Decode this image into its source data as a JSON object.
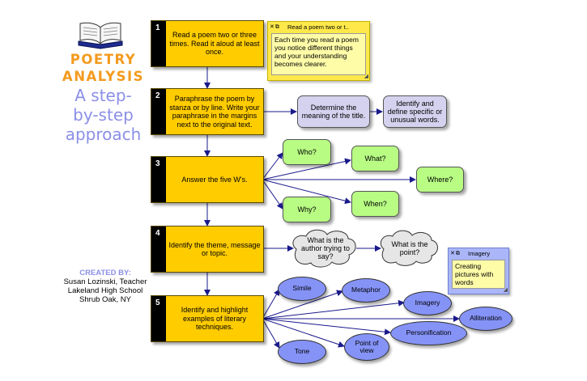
{
  "sidebar": {
    "title_line1": "POETRY",
    "title_line2": "ANALYSIS",
    "subtitle_line1": "A step-",
    "subtitle_line2": "by-step",
    "subtitle_line3": "approach",
    "credits_heading": "CREATED BY:",
    "credits_line1": "Susan Lozinski, Teacher",
    "credits_line2": "Lakeland High School",
    "credits_line3": "Shrub Oak, NY"
  },
  "steps": [
    {
      "num": "1",
      "text": "Read a poem two or three times. Read it aloud at least once."
    },
    {
      "num": "2",
      "text": "Paraphrase the poem by stanza or by line. Write your paraphrase in the margins next to the original text."
    },
    {
      "num": "3",
      "text": "Answer the five W's."
    },
    {
      "num": "4",
      "text": "Identify the theme, message or topic."
    },
    {
      "num": "5",
      "text": "Identify and highlight examples of literary techniques."
    }
  ],
  "note_read": {
    "title": "Read a poem two or t..",
    "controls": "✕⧉",
    "body": "Each time you read a poem you notice different things and your understanding becomes clearer."
  },
  "note_imagery": {
    "title": "Imagery",
    "controls": "✕⧉",
    "body": "Creating pictures with words"
  },
  "paraphrase_boxes": [
    "Determine the meaning of the title.",
    "Identify and define specific or unusual words."
  ],
  "ws": [
    "Who?",
    "What?",
    "Where?",
    "When?",
    "Why?"
  ],
  "clouds": [
    "What is the author trying to say?",
    "What is the point?"
  ],
  "techniques": [
    "Simile",
    "Metaphor",
    "Imagery",
    "Alliteration",
    "Personification",
    "Point of view",
    "Tone"
  ],
  "colors": {
    "step_fill": "#ffcc00",
    "title_orange": "#f39a1e",
    "subtitle_blue": "#8b8fe6",
    "connector": "#1a1a8c",
    "ellipse_fill": "#8593f7",
    "w_fill": "#b8fc84",
    "lavender_fill": "#d4d2ee",
    "note_yellow": "#fffca8"
  },
  "icons": [
    "book-icon"
  ]
}
